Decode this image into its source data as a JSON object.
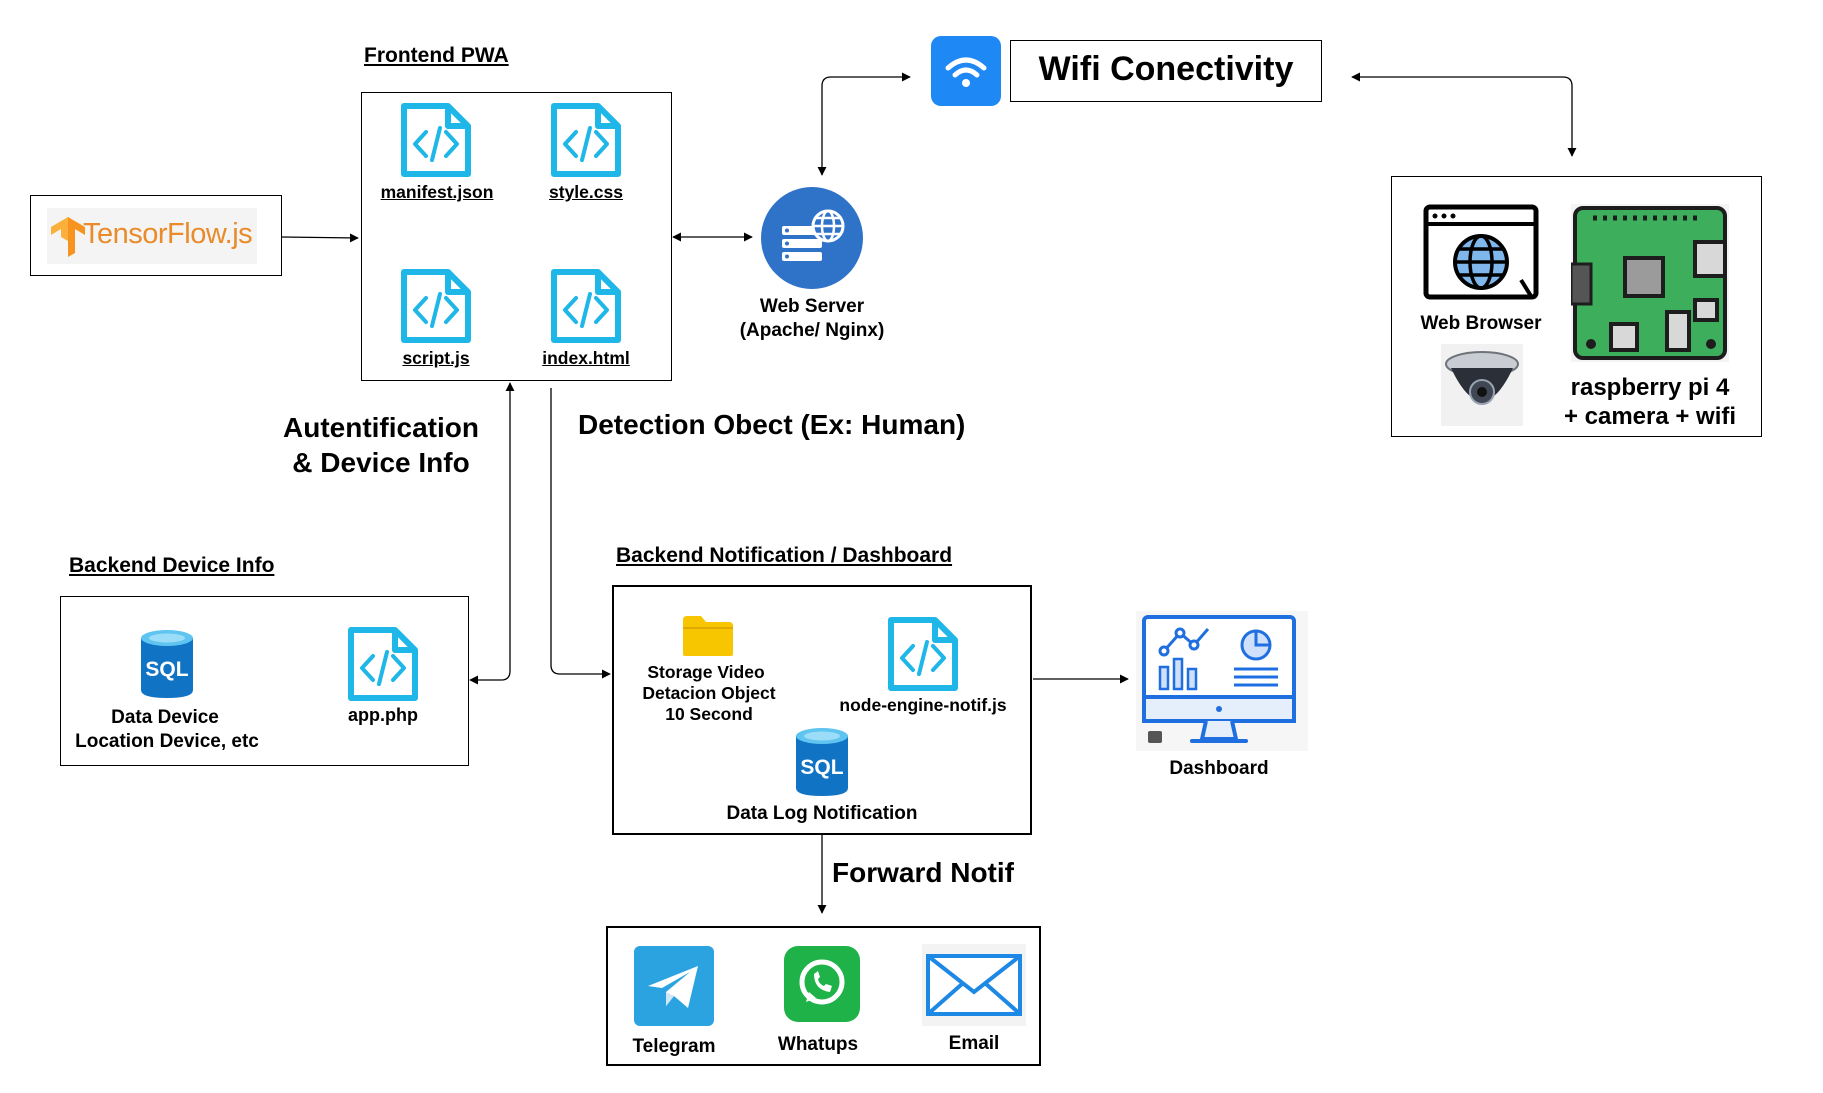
{
  "frontend": {
    "title": "Frontend PWA",
    "files": [
      "manifest.json",
      "style.css",
      "script.js",
      "index.html"
    ]
  },
  "tensorflow": {
    "logo_text": "TensorFlow.js",
    "colors": {
      "orange": "#F7931E",
      "text": "#E98B2A"
    }
  },
  "wifi": {
    "label": "Wifi Conectivity",
    "icon": "wifi-icon",
    "color": "#1E88F5"
  },
  "webserver": {
    "line1": "Web Server",
    "line2": "(Apache/ Nginx)",
    "icon": "server-globe-icon",
    "color": "#2F73C9"
  },
  "device": {
    "browser_label": "Web Browser",
    "pi_line1": "raspberry pi 4",
    "pi_line2": "+ camera + wifi",
    "icons": [
      "browser-globe-icon",
      "raspberry-pi-board-icon",
      "dome-camera-icon"
    ],
    "board_color": "#3DAE5B"
  },
  "arrows": {
    "auth_line1": "Autentification",
    "auth_line2": "& Device Info",
    "detection": "Detection Obect (Ex: Human)",
    "forward": "Forward Notif"
  },
  "backend_device": {
    "title": "Backend Device Info",
    "db_line1": "Data Device",
    "db_line2": "Location Device, etc",
    "app": "app.php"
  },
  "backend_notif": {
    "title": "Backend Notification / Dashboard",
    "storage_line1": "Storage Video",
    "storage_line2": "Detacion Object",
    "storage_line3": "10 Second",
    "engine": "node-engine-notif.js",
    "db_label": "Data Log Notification"
  },
  "dashboard": {
    "label": "Dashboard",
    "icon": "dashboard-monitor-icon"
  },
  "notifs": {
    "telegram": "Telegram",
    "whatsapp": "Whatups",
    "email": "Email",
    "colors": {
      "telegram": "#2AA3E0",
      "whatsapp": "#1FB248",
      "email": "#1E88E5"
    }
  },
  "palette": {
    "code_icon": "#1FB6E8",
    "sql_icon": "#1173C4",
    "folder": "#F7C600"
  }
}
